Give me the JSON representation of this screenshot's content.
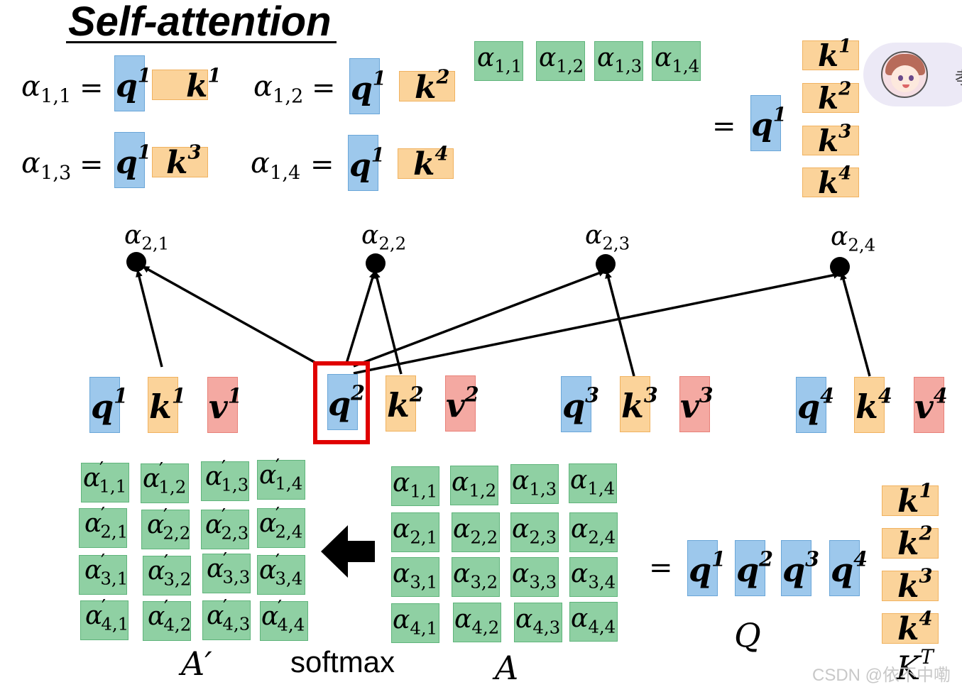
{
  "title": "Self-attention",
  "labels": {
    "A_prime": "A′",
    "A": "A",
    "Q": "Q",
    "KT_base": "K",
    "KT_sup": "T",
    "softmax": "softmax",
    "equals": "="
  },
  "watermark": "CSDN @依不中嘞",
  "pill_char": "孝",
  "icons": {
    "avatar": "avatar-icon",
    "arrow": "left-arrow-icon"
  },
  "colors": {
    "query": "#9dc8ec",
    "key": "#fbd39a",
    "value": "#f4a9a2",
    "score": "#8fd0a3",
    "highlight": "#e00000"
  },
  "tokens": {
    "q": [
      "q",
      "q",
      "q",
      "q"
    ],
    "k": [
      "k",
      "k",
      "k",
      "k"
    ],
    "v": [
      "v",
      "v",
      "v",
      "v"
    ],
    "sup": [
      "1",
      "2",
      "3",
      "4"
    ]
  },
  "alpha_symbol": "α",
  "prime_symbol": "′",
  "first_row_eq": [
    {
      "alpha": "α",
      "sub": "1,1"
    },
    {
      "alpha": "α",
      "sub": "1,2"
    },
    {
      "alpha": "α",
      "sub": "1,3"
    },
    {
      "alpha": "α",
      "sub": "1,4"
    }
  ],
  "row_vector_subs": [
    "1,1",
    "1,2",
    "1,3",
    "1,4"
  ],
  "top_alpha_subs": [
    "2,1",
    "2,2",
    "2,3",
    "2,4"
  ],
  "matrix_A_subs": [
    [
      "1,1",
      "1,2",
      "1,3",
      "1,4"
    ],
    [
      "2,1",
      "2,2",
      "2,3",
      "2,4"
    ],
    [
      "3,1",
      "3,2",
      "3,3",
      "3,4"
    ],
    [
      "4,1",
      "4,2",
      "4,3",
      "4,4"
    ]
  ],
  "matrix_A_prime_subs": [
    [
      "1,1",
      "1,2",
      "1,3",
      "1,4"
    ],
    [
      "2,1",
      "2,2",
      "2,3",
      "2,4"
    ],
    [
      "3,1",
      "3,2",
      "3,3",
      "3,4"
    ],
    [
      "4,1",
      "4,2",
      "4,3",
      "4,4"
    ]
  ]
}
